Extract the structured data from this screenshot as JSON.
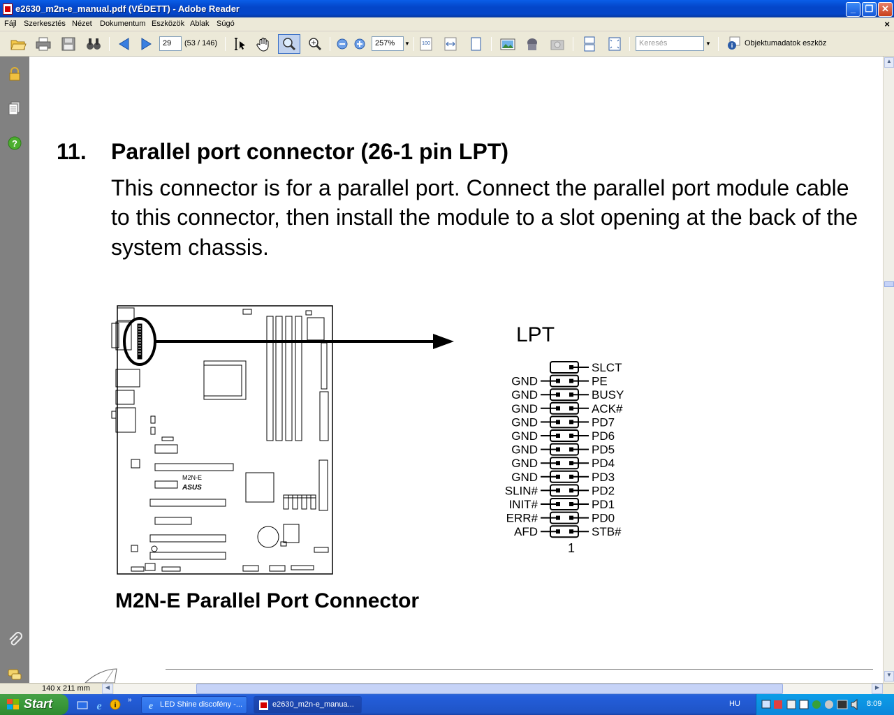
{
  "window": {
    "title": "e2630_m2n-e_manual.pdf (VÉDETT) - Adobe Reader",
    "buttons": {
      "minimize": "_",
      "restore": "❐",
      "close": "✕"
    }
  },
  "menu": [
    "Fájl",
    "Szerkesztés",
    "Nézet",
    "Dokumentum",
    "Eszközök",
    "Ablak",
    "Súgó"
  ],
  "menu_close": "×",
  "toolbar": {
    "page_number": "29",
    "page_info": "(53 / 146)",
    "zoom": "257%",
    "search_placeholder": "Keresés",
    "object_tool_label": "Objektumadatok eszköz"
  },
  "document": {
    "section_number": "11.",
    "section_title": "Parallel port connector (26-1 pin LPT)",
    "body_lines": [
      "This connector is for a parallel port. Connect the parallel port module cable",
      "to this connector, then install the module to a slot opening at the back of the",
      "system chassis."
    ],
    "diagram": {
      "board_model": "M2N-E",
      "board_brand": "ASUS",
      "header_title": "LPT",
      "left_pins": [
        "GND",
        "GND",
        "GND",
        "GND",
        "GND",
        "GND",
        "GND",
        "GND",
        "SLIN#",
        "INIT#",
        "ERR#",
        "AFD"
      ],
      "right_pins": [
        "SLCT",
        "PE",
        "BUSY",
        "ACK#",
        "PD7",
        "PD6",
        "PD5",
        "PD4",
        "PD3",
        "PD2",
        "PD1",
        "PD0",
        "STB#"
      ],
      "pin_one_label": "1"
    },
    "caption": "M2N-E Parallel Port Connector"
  },
  "statusbar": {
    "page_size": "140 x 211 mm"
  },
  "taskbar": {
    "start_label": "Start",
    "tasks": [
      "LED Shine discofény -...",
      "e2630_m2n-e_manua..."
    ],
    "language": "HU",
    "clock": "8:09"
  },
  "colors": {
    "titlebar": "#0446c9",
    "taskbar": "#245edb",
    "start_button": "#3c9a3c",
    "leftpane": "#818181"
  }
}
